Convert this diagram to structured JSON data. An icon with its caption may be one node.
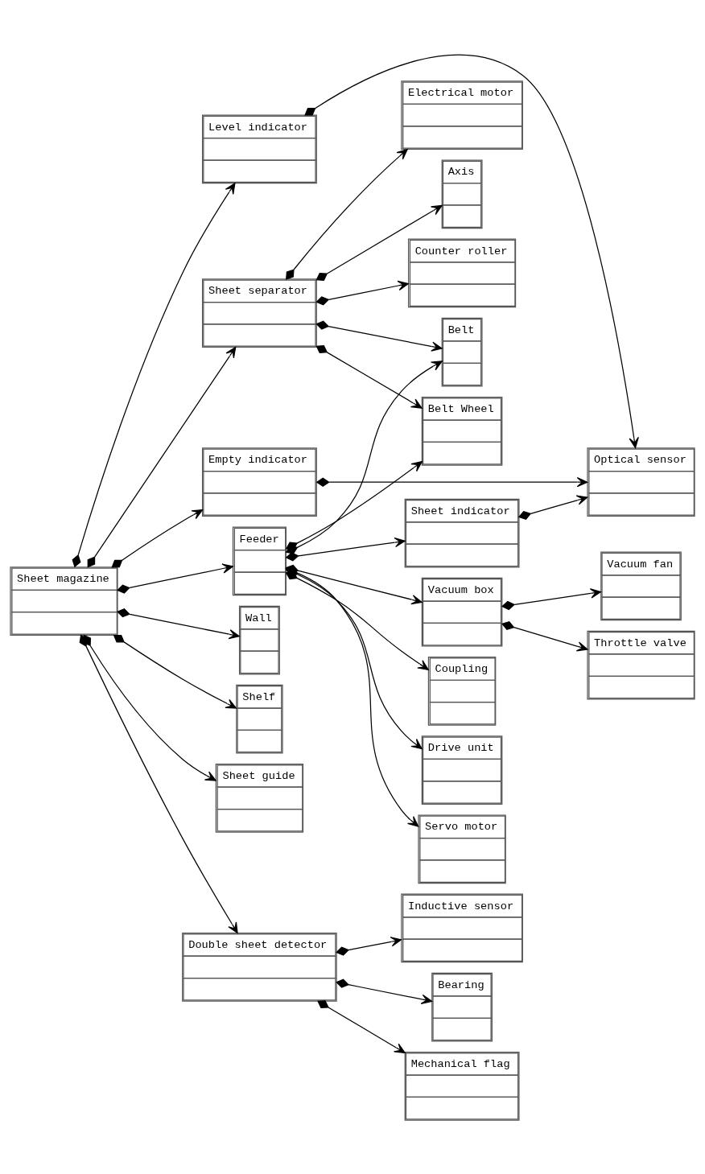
{
  "diagram": {
    "nodes": [
      {
        "text": [
          "Sheet magazine"
        ]
      },
      {
        "text": [
          "Sheet separator"
        ]
      },
      {
        "text": [
          "Wall"
        ]
      },
      {
        "text": [
          "Shelf"
        ]
      },
      {
        "text": [
          "Sheet guide"
        ]
      },
      {
        "text": [
          "Level indicator"
        ]
      },
      {
        "text": [
          "Empty indicator"
        ]
      },
      {
        "text": [
          "Double sheet detector"
        ]
      },
      {
        "text": [
          "Feeder"
        ]
      },
      {
        "text": [
          "Belt"
        ]
      },
      {
        "text": [
          "Belt Wheel"
        ]
      },
      {
        "text": [
          "Electrical motor"
        ]
      },
      {
        "text": [
          "Axis"
        ]
      },
      {
        "text": [
          "Counter roller"
        ]
      },
      {
        "text": [
          "Optical sensor"
        ]
      },
      {
        "text": [
          "Inductive sensor"
        ]
      },
      {
        "text": [
          "Bearing"
        ]
      },
      {
        "text": [
          "Mechanical flag"
        ]
      },
      {
        "text": [
          "Sheet indicator"
        ]
      },
      {
        "text": [
          "Vacuum box"
        ]
      },
      {
        "text": [
          "Coupling"
        ]
      },
      {
        "text": [
          "Drive unit"
        ]
      },
      {
        "text": [
          "Servo motor"
        ]
      },
      {
        "text": [
          "Throttle valve"
        ]
      },
      {
        "text": [
          "Vacuum fan"
        ]
      }
    ],
    "edges": [
      {
        "from": 0,
        "to": 1,
        "arrow": "to"
      },
      {
        "from": 0,
        "to": 2,
        "arrow": "to"
      },
      {
        "from": 0,
        "to": 3,
        "arrow": "to"
      },
      {
        "from": 0,
        "to": 4,
        "arrow": "to"
      },
      {
        "from": 0,
        "to": 5,
        "arrow": "to"
      },
      {
        "from": 0,
        "to": 6,
        "arrow": "to"
      },
      {
        "from": 0,
        "to": 8,
        "arrow": "to"
      },
      {
        "from": 0,
        "to": 7,
        "arrow": "to"
      },
      {
        "from": 1,
        "to": 9,
        "arrow": "to"
      },
      {
        "from": 1,
        "to": 10,
        "arrow": "to"
      },
      {
        "from": 1,
        "to": 11,
        "arrow": "to"
      },
      {
        "from": 1,
        "to": 12,
        "arrow": "to"
      },
      {
        "from": 1,
        "to": 13,
        "arrow": "to"
      },
      {
        "from": 5,
        "to": 14,
        "arrow": "to"
      },
      {
        "from": 6,
        "to": 14,
        "arrow": "to"
      },
      {
        "from": 18,
        "to": 14,
        "arrow": "to"
      },
      {
        "from": 8,
        "to": 9,
        "arrow": "to"
      },
      {
        "from": 8,
        "to": 10,
        "arrow": "to"
      },
      {
        "from": 8,
        "to": 18,
        "arrow": "to"
      },
      {
        "from": 8,
        "to": 19,
        "arrow": "to"
      },
      {
        "from": 8,
        "to": 20,
        "arrow": "to"
      },
      {
        "from": 8,
        "to": 21,
        "arrow": "to"
      },
      {
        "from": 8,
        "to": 22,
        "arrow": "to"
      },
      {
        "from": 7,
        "to": 15,
        "arrow": "to"
      },
      {
        "from": 7,
        "to": 16,
        "arrow": "to"
      },
      {
        "from": 7,
        "to": 17,
        "arrow": "to"
      },
      {
        "from": 19,
        "to": 23,
        "arrow": "to"
      },
      {
        "from": 19,
        "to": 24,
        "arrow": "to"
      }
    ]
  }
}
